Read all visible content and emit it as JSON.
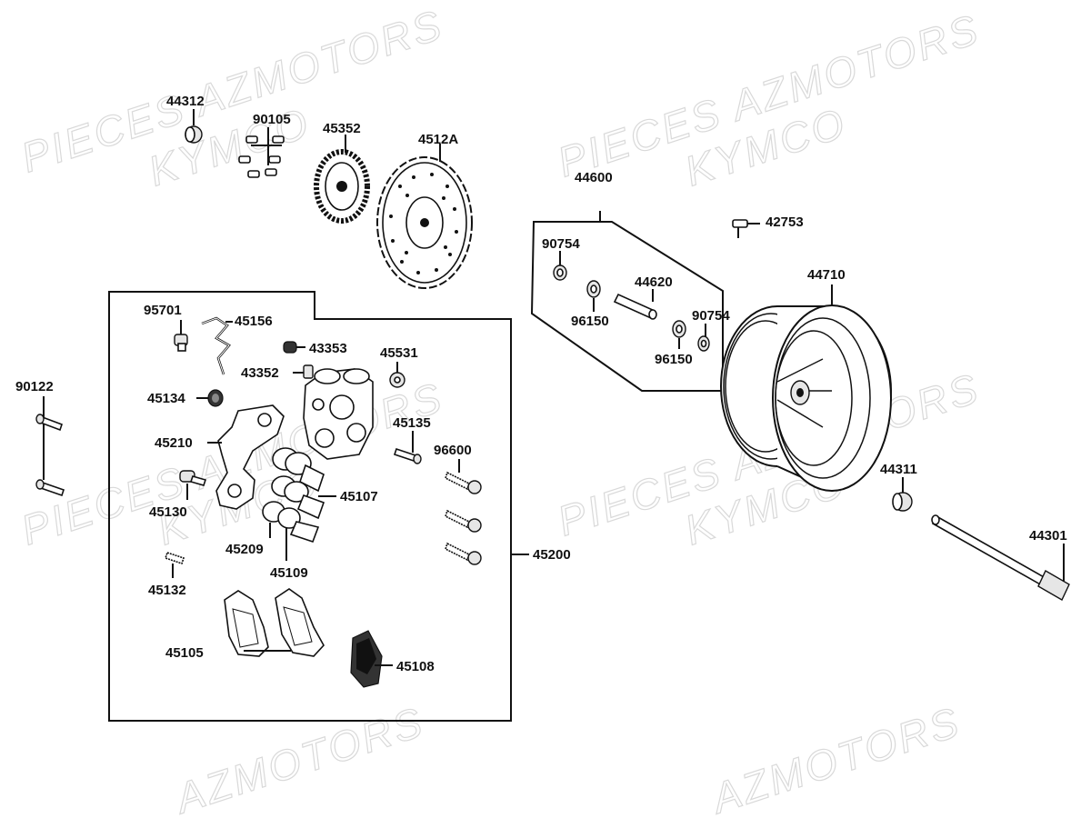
{
  "watermarks": [
    "PIECES AZMOTORS",
    "KYMCO",
    "PIECES AZMOTORS",
    "KYMCO",
    "PIECES AZMOTORS",
    "KYMCO",
    "PIECES AZMOTORS",
    "KYMCO",
    "AZMOTORS",
    "AZMOTORS"
  ],
  "labels": {
    "p44312": "44312",
    "p90105": "90105",
    "p45352": "45352",
    "p4512A": "4512A",
    "p44600": "44600",
    "p42753": "42753",
    "p90754a": "90754",
    "p44620": "44620",
    "p44710": "44710",
    "p96150a": "96150",
    "p90754b": "90754",
    "p96150b": "96150",
    "p95701": "95701",
    "p45156": "45156",
    "p43353": "43353",
    "p45531": "45531",
    "p43352": "43352",
    "p90122": "90122",
    "p45134": "45134",
    "p45135": "45135",
    "p45210": "45210",
    "p96600": "96600",
    "p45107": "45107",
    "p45130": "45130",
    "p44311": "44311",
    "p45209": "45209",
    "p45200": "45200",
    "p45109": "45109",
    "p44301": "44301",
    "p45132": "45132",
    "p45105": "45105",
    "p45108": "45108"
  }
}
